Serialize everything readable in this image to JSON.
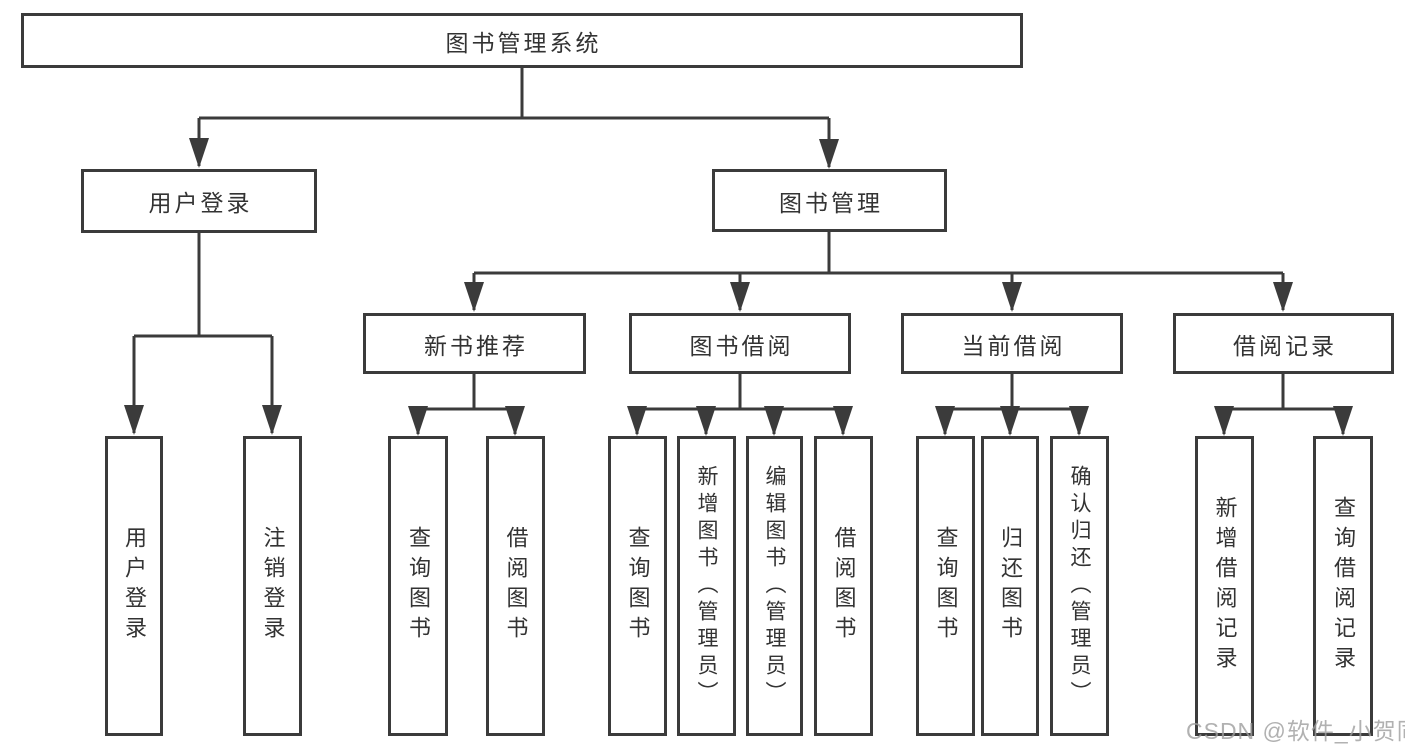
{
  "colors": {
    "line": "#3b3b3b",
    "text": "#333333",
    "box_background": "#ffffff",
    "watermark": "#9e9e9e"
  },
  "tree": {
    "root": "图书管理系统",
    "branches": [
      {
        "label": "用户登录",
        "children": [
          {
            "label": "用户登录"
          },
          {
            "label": "注销登录"
          }
        ]
      },
      {
        "label": "图书管理",
        "groups": [
          {
            "label": "新书推荐",
            "children": [
              {
                "label": "查询图书"
              },
              {
                "label": "借阅图书"
              }
            ]
          },
          {
            "label": "图书借阅",
            "children": [
              {
                "label": "查询图书"
              },
              {
                "label": "新增图书（管理员）"
              },
              {
                "label": "编辑图书（管理员）"
              },
              {
                "label": "借阅图书"
              }
            ]
          },
          {
            "label": "当前借阅",
            "children": [
              {
                "label": "查询图书"
              },
              {
                "label": "归还图书"
              },
              {
                "label": "确认归还（管理员）"
              }
            ]
          },
          {
            "label": "借阅记录",
            "children": [
              {
                "label": "新增借阅记录"
              },
              {
                "label": "查询借阅记录"
              }
            ]
          }
        ]
      }
    ]
  },
  "watermark": {
    "text": "CSDN @软件_小贺同学"
  }
}
